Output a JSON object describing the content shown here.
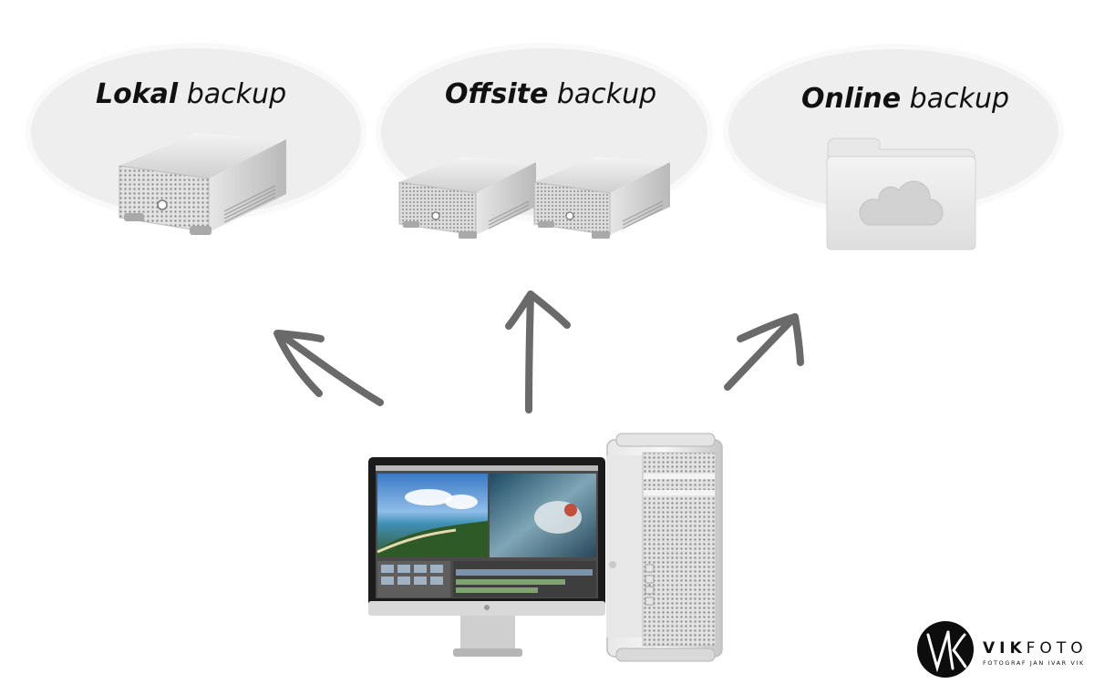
{
  "bubbles": {
    "local": {
      "title_bold": "Lokal",
      "title_rest": " backup"
    },
    "offsite": {
      "title_bold": "Offsite",
      "title_rest": " backup"
    },
    "online": {
      "title_bold": "Online",
      "title_rest": " backup"
    }
  },
  "logo": {
    "brand_bold": "VIK",
    "brand_rest": "FOTO",
    "subtitle": "FOTOGRAF JAN IVAR VIK"
  },
  "colors": {
    "bubble_fill": "#eeeeee",
    "bubble_border": "#f9f9f9",
    "arrow": "#6a6a6a",
    "drive_silver": "#d8d8d8",
    "text": "#111111"
  }
}
